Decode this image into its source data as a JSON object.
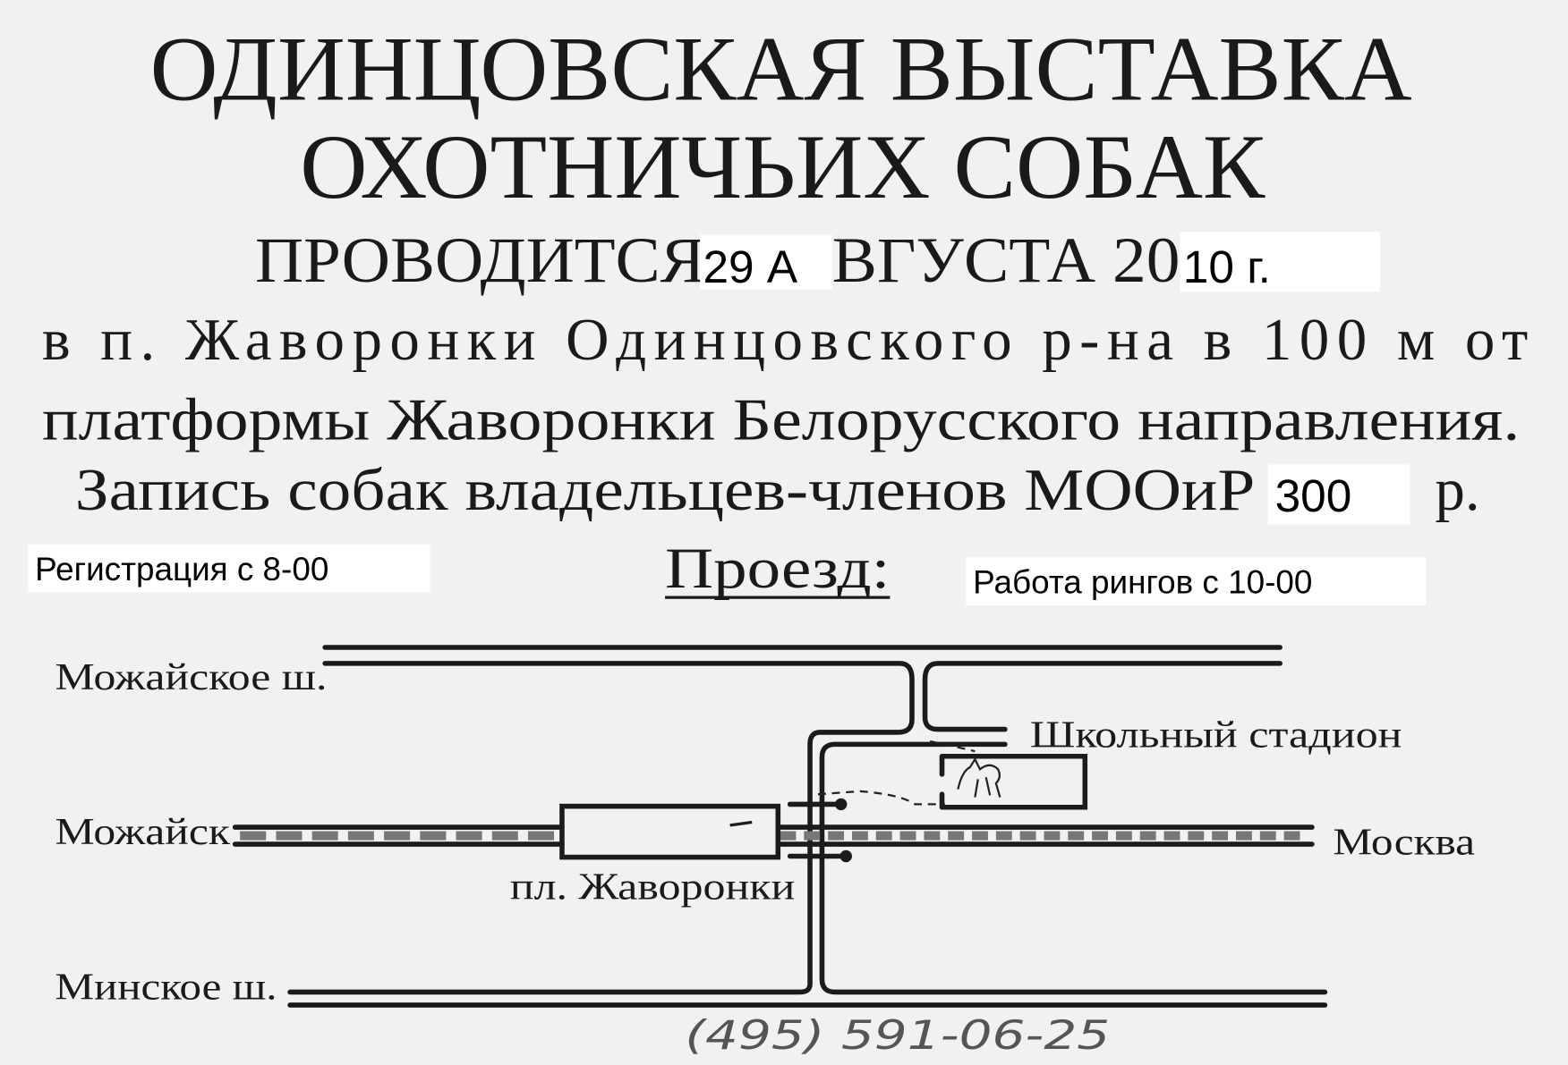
{
  "poster": {
    "title_line1": "ОДИНЦОВСКАЯ  ВЫСТАВКА",
    "title_line2": "ОХОТНИЧЬИХ  СОБАК",
    "date_prefix": "ПРОВОДИТСЯ",
    "date_day": "29 А",
    "date_month_mid": "ВГУСТА 20",
    "date_year_end": "10 г.",
    "location_line1": "в п. Жаворонки Одинцовского р-на в 100 м от",
    "location_line2": "платформы Жаворонки Белорусского направления.",
    "fee_text": "Запись собак владельцев-членов МООиР",
    "fee_amount": "300",
    "fee_currency": "р.",
    "registration": "Регистрация с 8-00",
    "directions_heading": "Проезд:",
    "rings": "Работа рингов с 10-00"
  },
  "map": {
    "mozhayskoe_hwy": "Можайское ш.",
    "stadium": "Школьный стадион",
    "mozhaysk": "Можайск",
    "moscow": "Москва",
    "platform": "пл. Жаворонки",
    "minskoe_hwy": "Минское ш.",
    "phone": "(495) 591-06-25"
  }
}
